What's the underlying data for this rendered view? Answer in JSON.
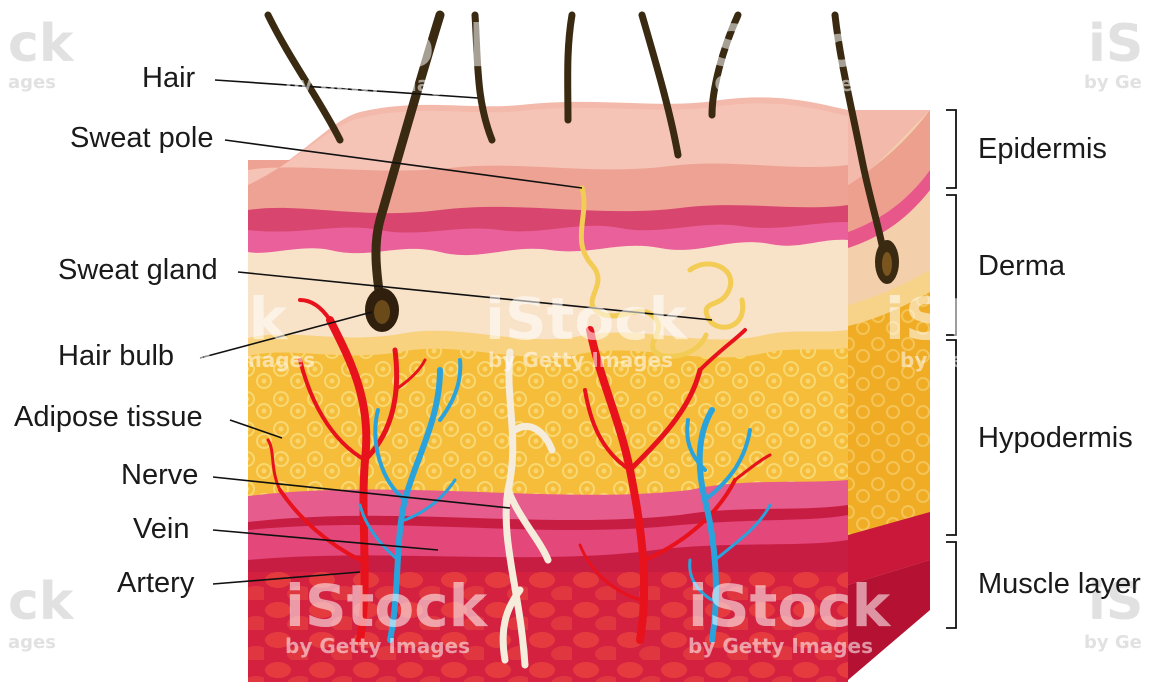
{
  "labels": {
    "left": {
      "hair": "Hair",
      "sweat_pole": "Sweat pole",
      "sweat_gland": "Sweat gland",
      "hair_bulb": "Hair bulb",
      "adipose_tissue": "Adipose tissue",
      "nerve": "Nerve",
      "vein": "Vein",
      "artery": "Artery"
    },
    "right": {
      "epidermis": "Epidermis",
      "derma": "Derma",
      "hypodermis": "Hypodermis",
      "muscle_layer": "Muscle layer"
    }
  },
  "watermark": {
    "brand": "iStock",
    "byline": "by Getty Images",
    "partial_brand_left": "ck",
    "partial_byline_left": "ages",
    "partial_brand_right": "iS",
    "partial_byline_right": "by Ge"
  },
  "colors": {
    "epidermis": "#f0b1a5",
    "derma": "#f7ddc4",
    "pink_band": "#e7578a",
    "hypodermis": "#f5b935",
    "muscle": "#d9254a",
    "artery": "#e8121c",
    "vein": "#2aa3dc",
    "nerve": "#f6ecdc",
    "hair": "#3a2a12",
    "sweat_gland": "#f4d36a"
  }
}
